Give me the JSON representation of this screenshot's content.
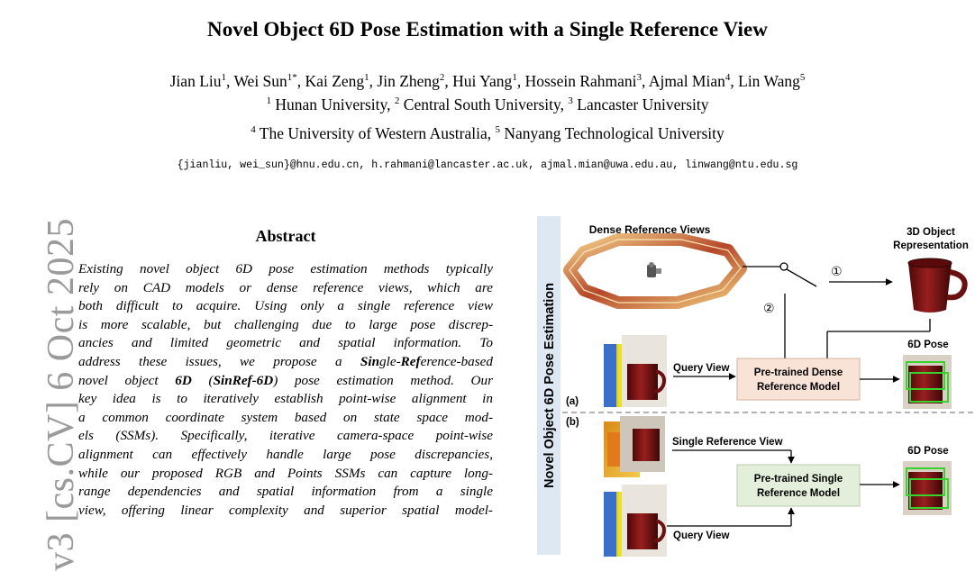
{
  "paper": {
    "title": "Novel Object 6D Pose Estimation with a Single Reference View",
    "authors": [
      {
        "name": "Jian Liu",
        "sup": "1"
      },
      {
        "name": "Wei Sun",
        "sup": "1*"
      },
      {
        "name": "Kai Zeng",
        "sup": "1"
      },
      {
        "name": "Jin Zheng",
        "sup": "2"
      },
      {
        "name": "Hui Yang",
        "sup": "1"
      },
      {
        "name": "Hossein Rahmani",
        "sup": "3"
      },
      {
        "name": "Ajmal Mian",
        "sup": "4"
      },
      {
        "name": "Lin Wang",
        "sup": "5"
      }
    ],
    "affiliations_line1": [
      {
        "sup": "1",
        "name": "Hunan University"
      },
      {
        "sup": "2",
        "name": "Central South University"
      },
      {
        "sup": "3",
        "name": "Lancaster University"
      }
    ],
    "affiliations_line2": [
      {
        "sup": "4",
        "name": "The University of Western Australia"
      },
      {
        "sup": "5",
        "name": "Nanyang Technological University"
      }
    ],
    "emails": "{jianliu, wei_sun}@hnu.edu.cn, h.rahmani@lancaster.ac.uk, ajmal.mian@uwa.edu.au, linwang@ntu.edu.sg",
    "arxiv_stamp": "v3  [cs.CV]  6 Oct 2025",
    "abstract_heading": "Abstract"
  },
  "abstract_lines": [
    [
      {
        "t": "Existing novel object 6D pose estimation methods typically"
      }
    ],
    [
      {
        "t": "rely on CAD models or dense reference views, which are"
      }
    ],
    [
      {
        "t": "both difficult to acquire. Using only a single reference view"
      }
    ],
    [
      {
        "t": "is more scalable, but challenging due to large pose discrep-"
      }
    ],
    [
      {
        "t": "ancies and limited geometric and spatial information. To"
      }
    ],
    [
      {
        "t": "address these issues, we propose a "
      },
      {
        "t": "Sin",
        "b": true
      },
      {
        "t": "gle-"
      },
      {
        "t": "Ref",
        "b": true
      },
      {
        "t": "erence-based"
      }
    ],
    [
      {
        "t": "novel object "
      },
      {
        "t": "6D",
        "b": true
      },
      {
        "t": " ("
      },
      {
        "t": "SinRef-6D",
        "b": true
      },
      {
        "t": ") pose estimation method. Our"
      }
    ],
    [
      {
        "t": "key idea is to iteratively establish point-wise alignment in"
      }
    ],
    [
      {
        "t": "a common coordinate system based on state space mod-"
      }
    ],
    [
      {
        "t": "els (SSMs). Specifically, iterative camera-space point-wise"
      }
    ],
    [
      {
        "t": "alignment can effectively handle large pose discrepancies,"
      }
    ],
    [
      {
        "t": "while our proposed RGB and Points SSMs can capture long-"
      }
    ],
    [
      {
        "t": "range dependencies and spatial information from a single"
      }
    ],
    [
      {
        "t": "view, offering linear complexity and superior spatial model-"
      }
    ]
  ],
  "figure": {
    "side_label": "Novel Object 6D Pose Estimation",
    "dense_views_label": "Dense Reference Views",
    "obj_rep_line1": "3D Object",
    "obj_rep_line2": "Representation",
    "step1": "①",
    "step2": "②",
    "pose_label_a": "6D Pose",
    "pose_label_b": "6D Pose",
    "query_view_a": "Query View",
    "query_view_b": "Query View",
    "single_ref_label": "Single Reference View",
    "dense_model_line1": "Pre-trained Dense",
    "dense_model_line2": "Reference Model",
    "single_model_line1": "Pre-trained Single",
    "single_model_line2": "Reference Model",
    "panel_a": "(a)",
    "panel_b": "(b)",
    "colors": {
      "side_bar": "#dde8f3",
      "dense_box": "#f9e3d6",
      "single_box": "#e3efda",
      "bbox": "#39d42b",
      "mug": "#7a1414",
      "divider": "#9a9a9a"
    }
  }
}
